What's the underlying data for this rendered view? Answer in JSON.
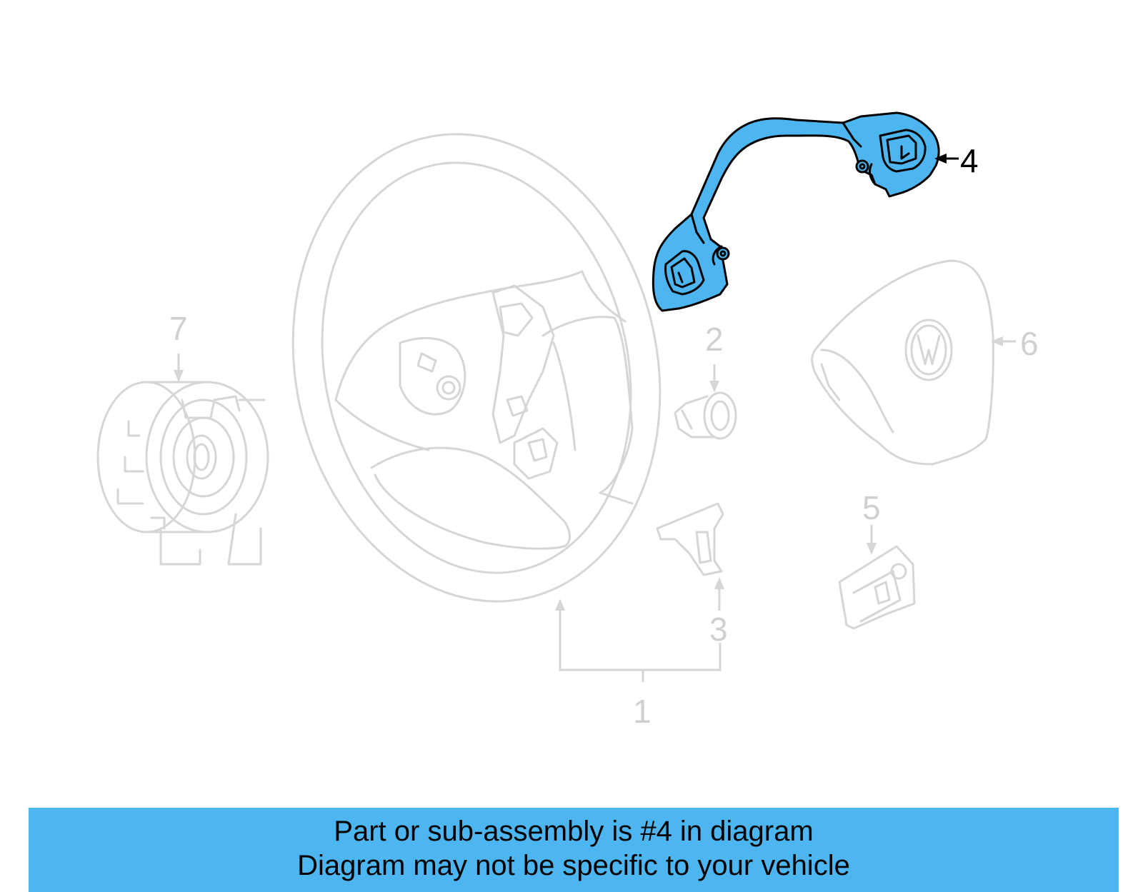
{
  "callouts": {
    "c1": "1",
    "c2": "2",
    "c3": "3",
    "c4": "4",
    "c5": "5",
    "c6": "6",
    "c7": "7"
  },
  "highlight_color": "#4db6f0",
  "part_color": "#d6d6d6",
  "banner": {
    "line1": "Part or sub-assembly is #4 in diagram",
    "line2": "Diagram may not be specific to your vehicle"
  }
}
